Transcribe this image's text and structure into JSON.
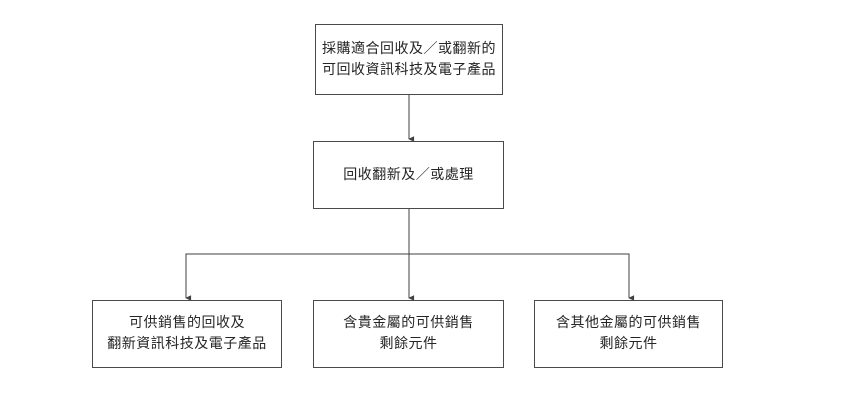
{
  "diagram": {
    "type": "flowchart",
    "boxes": {
      "top": {
        "line1": "採購適合回收及／或翻新的",
        "line2": "可回收資訊科技及電子產品"
      },
      "middle": {
        "line1": "回收翻新及／或處理"
      },
      "bottom_left": {
        "line1": "可供銷售的回收及",
        "line2": "翻新資訊科技及電子產品"
      },
      "bottom_center": {
        "line1": "含貴金屬的可供銷售",
        "line2": "剩餘元件"
      },
      "bottom_right": {
        "line1": "含其他金屬的可供銷售",
        "line2": "剩餘元件"
      }
    },
    "flow": [
      "top -> middle",
      "middle -> bottom_left",
      "middle -> bottom_center",
      "middle -> bottom_right"
    ],
    "colors": {
      "background": "#ffffff",
      "box_border": "#4a4a4a",
      "connector_line": "#404040",
      "text": "#262424"
    }
  }
}
